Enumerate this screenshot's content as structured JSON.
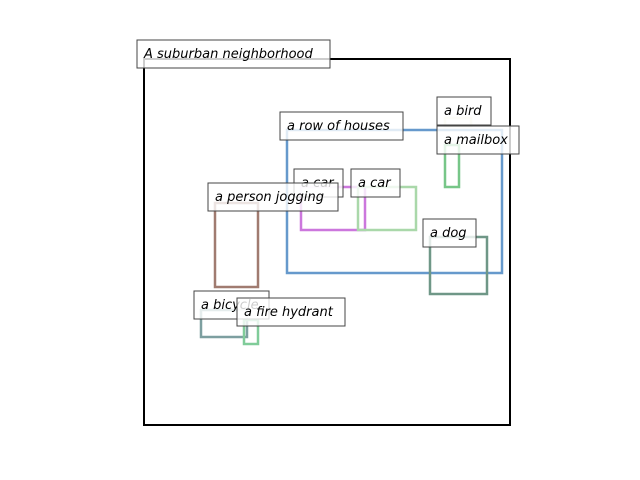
{
  "scene": {
    "caption": "A suburban neighborhood",
    "regions": [
      {
        "id": "houses",
        "label": "a row of houses",
        "color": "#6699cc"
      },
      {
        "id": "bird",
        "label": "a bird",
        "color": "#f0f0d8"
      },
      {
        "id": "mailbox",
        "label": "a mailbox",
        "color": "#77c688"
      },
      {
        "id": "car1",
        "label": "a car",
        "color": "#cc77dd"
      },
      {
        "id": "car2",
        "label": "a car",
        "color": "#aad8aa"
      },
      {
        "id": "jogger",
        "label": "a person jogging",
        "color": "#a07b70"
      },
      {
        "id": "dog",
        "label": "a dog",
        "color": "#6f9787"
      },
      {
        "id": "bicycle",
        "label": "a bicycle",
        "color": "#7d9fa0"
      },
      {
        "id": "hydrant",
        "label": "a fire hydrant",
        "color": "#80cc99"
      }
    ]
  }
}
